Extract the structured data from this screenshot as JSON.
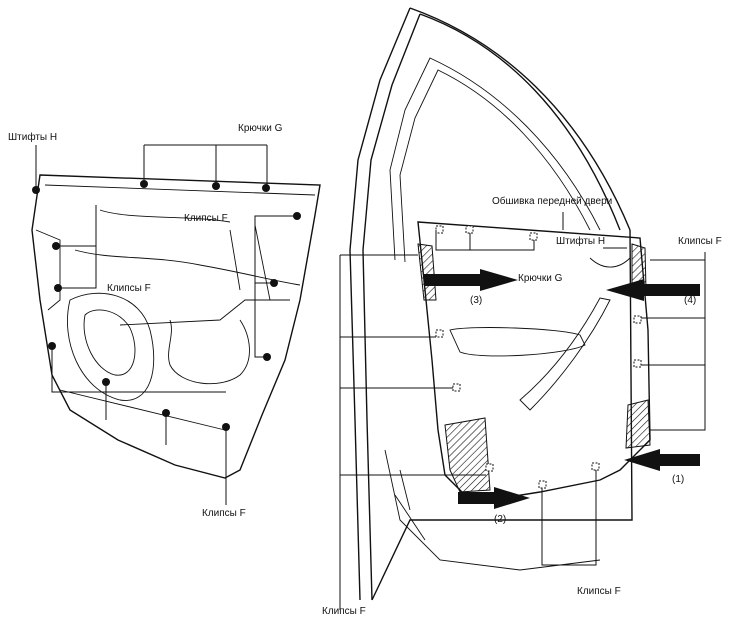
{
  "labels": {
    "pins_h_left": "Штифты H",
    "hooks_g_top": "Крючки G",
    "clips_f_upper_left": "Клипсы F",
    "clips_f_mid_left": "Клипсы F",
    "clips_f_bottom_left": "Клипсы F",
    "trim_title": "Обшивка передней двери",
    "pins_h_right": "Штифты H",
    "hooks_g_right": "Крючки G",
    "clips_f_right_top": "Клипсы F",
    "clips_f_right_bottom": "Клипсы F",
    "clips_f_far_bottom": "Клипсы F"
  },
  "steps": {
    "step1": "(1)",
    "step2": "(2)",
    "step3": "(3)",
    "step4": "(4)"
  }
}
